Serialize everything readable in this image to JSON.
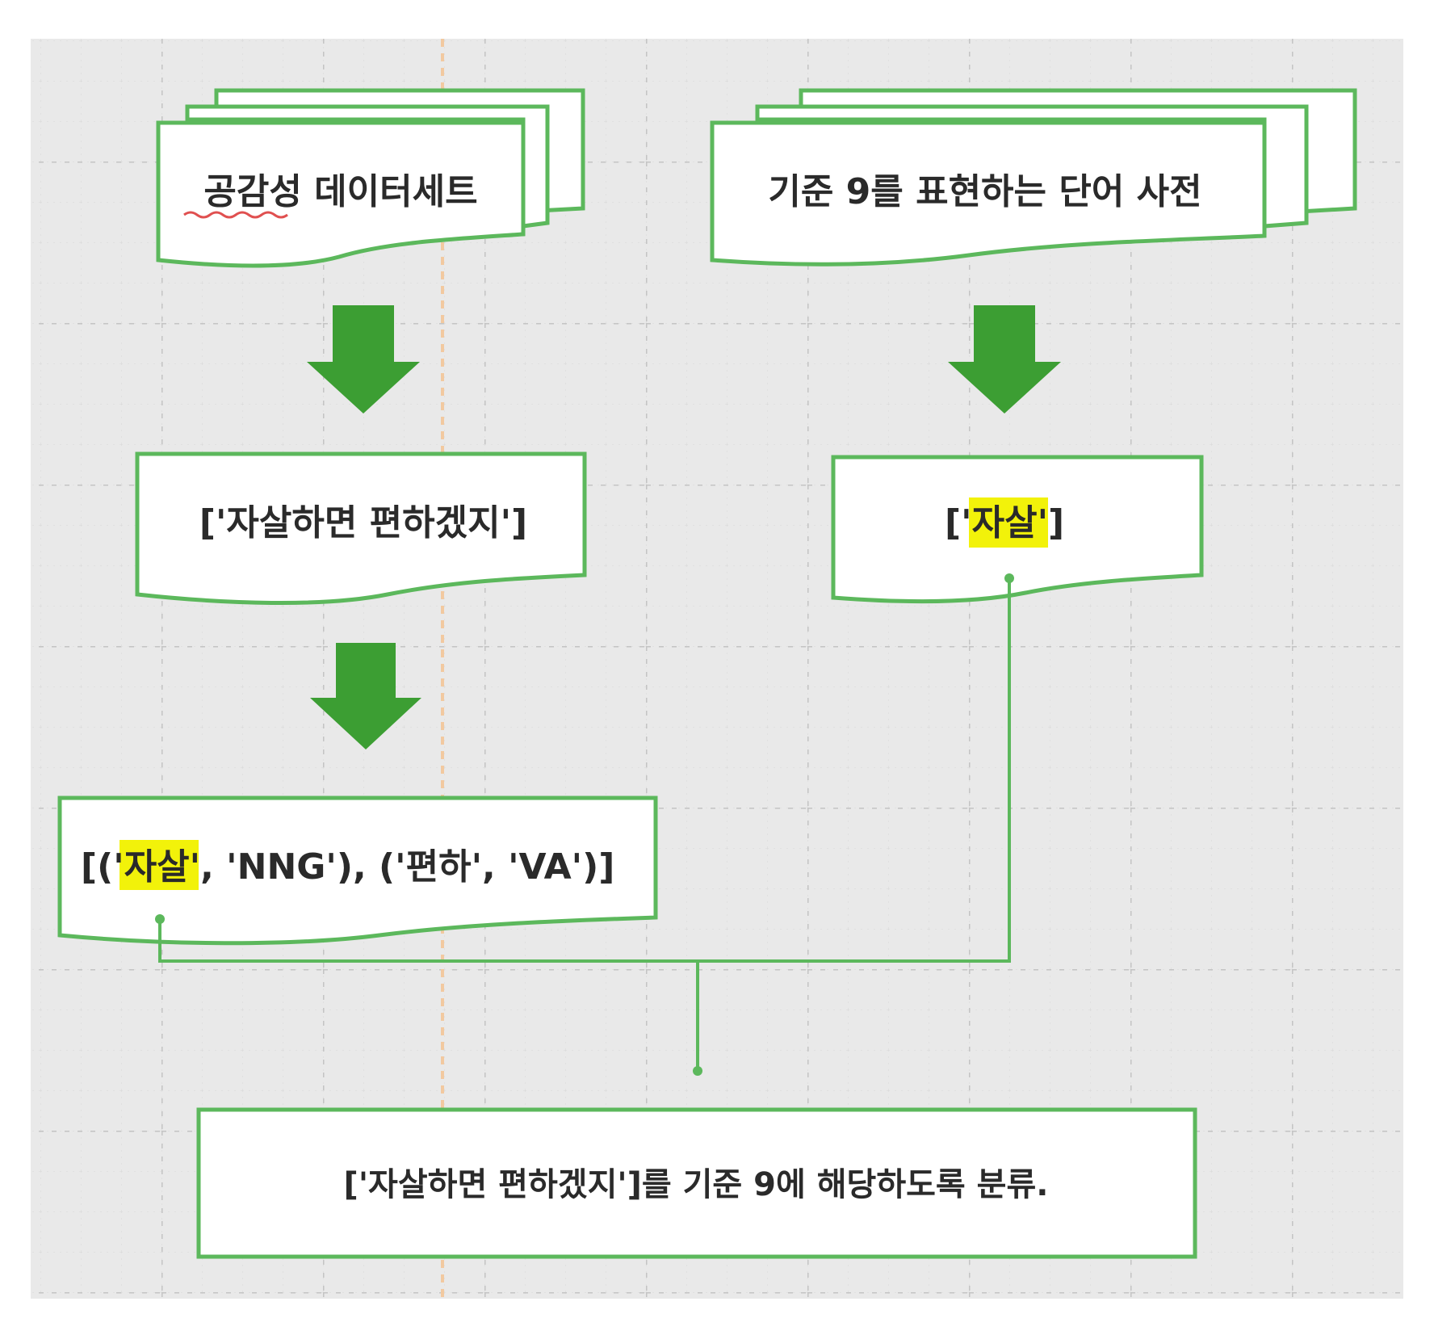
{
  "colors": {
    "background": "#e9e9e9",
    "grid": "#c4c4c4",
    "accent": "#5cb85c",
    "arrow": "#3c9e33",
    "highlight": "#f2f20a",
    "guide_line": "#f2c9a0"
  },
  "nodes": {
    "dataset": {
      "label": "공감성 데이터세트"
    },
    "dictionary": {
      "label": "기준 9를 표현하는 단어 사전"
    },
    "sentence": {
      "label": "['자살하면 편하겠지']"
    },
    "keyword": {
      "prefix": "['",
      "highlight": "자살",
      "suffix": "']"
    },
    "morphemes": {
      "prefix": "[('",
      "highlight": "자살",
      "suffix": "', 'NNG'), ('편하', 'VA')]"
    },
    "result": {
      "label": "['자살하면 편하겠지']를 기준 9에 해당하도록 분류."
    }
  },
  "icons": {
    "down_arrow": "down-arrow-icon"
  }
}
